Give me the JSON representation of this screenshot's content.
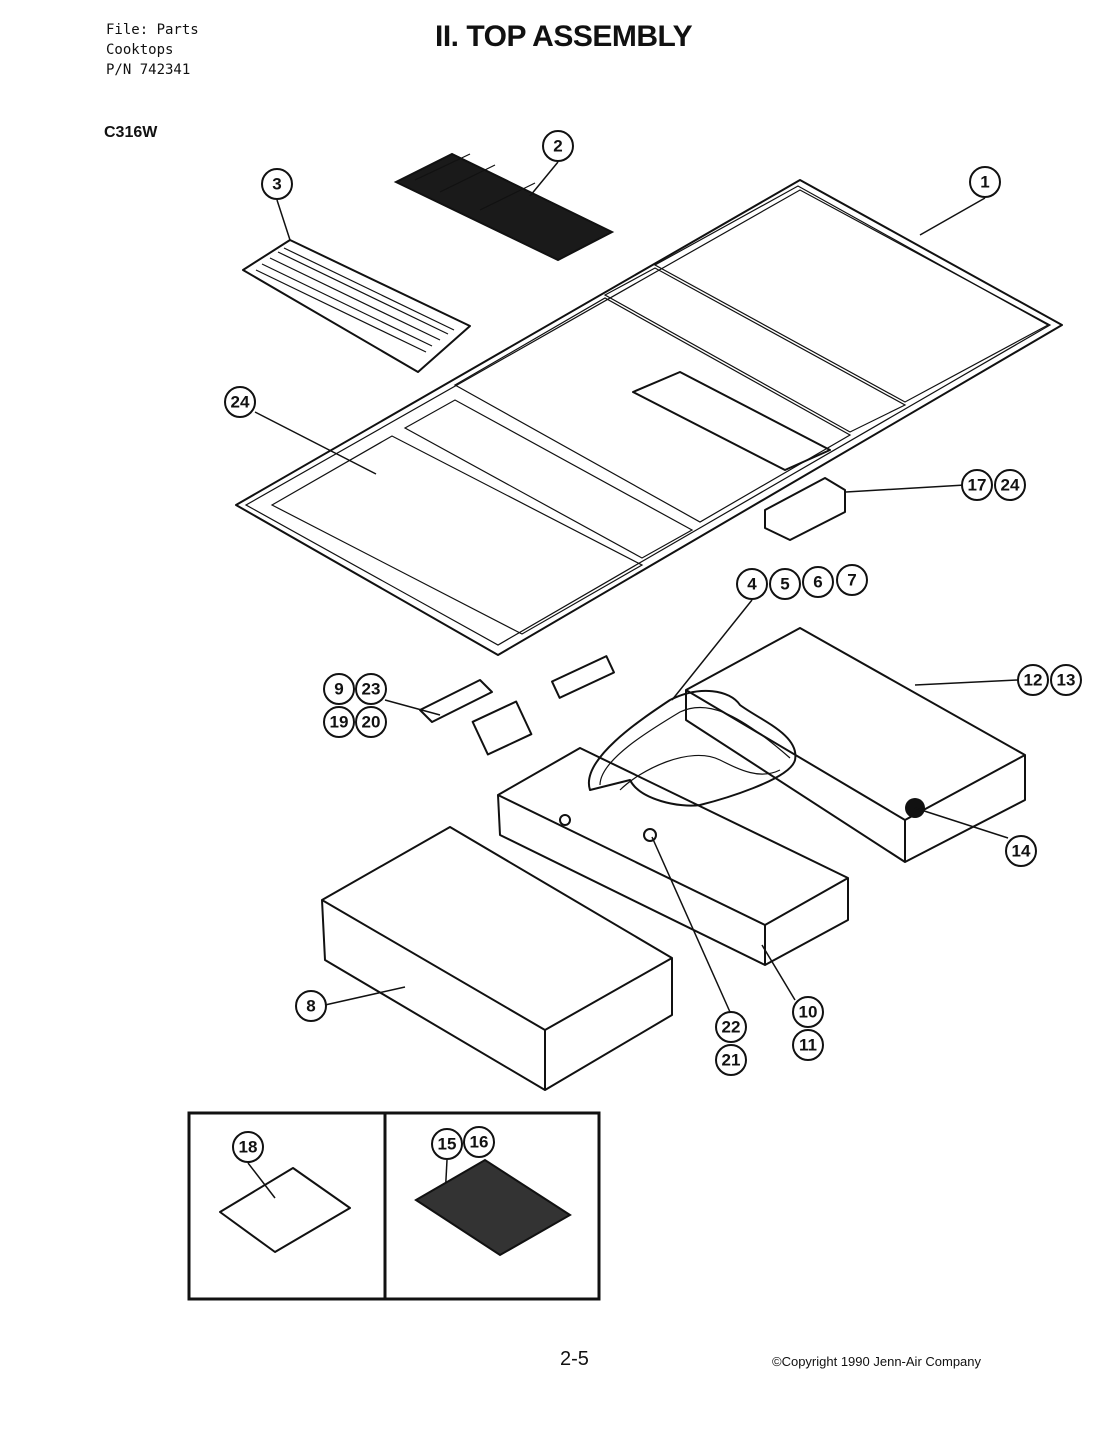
{
  "header": {
    "file_line": "File: Parts",
    "category_line": "Cooktops",
    "pn_line": "P/N 742341",
    "title": "II. TOP ASSEMBLY",
    "model": "C316W"
  },
  "callouts": {
    "c1": "1",
    "c2": "2",
    "c3": "3",
    "c4": "4",
    "c5": "5",
    "c6": "6",
    "c7": "7",
    "c8": "8",
    "c9": "9",
    "c10": "10",
    "c11": "11",
    "c12": "12",
    "c13": "13",
    "c14": "14",
    "c15": "15",
    "c16": "16",
    "c17": "17",
    "c18": "18",
    "c19": "19",
    "c20": "20",
    "c21": "21",
    "c22": "22",
    "c23": "23",
    "c24a": "24",
    "c24b": "24"
  },
  "footer": {
    "page": "2-5",
    "copyright": "©Copyright 1990 Jenn-Air Company"
  }
}
